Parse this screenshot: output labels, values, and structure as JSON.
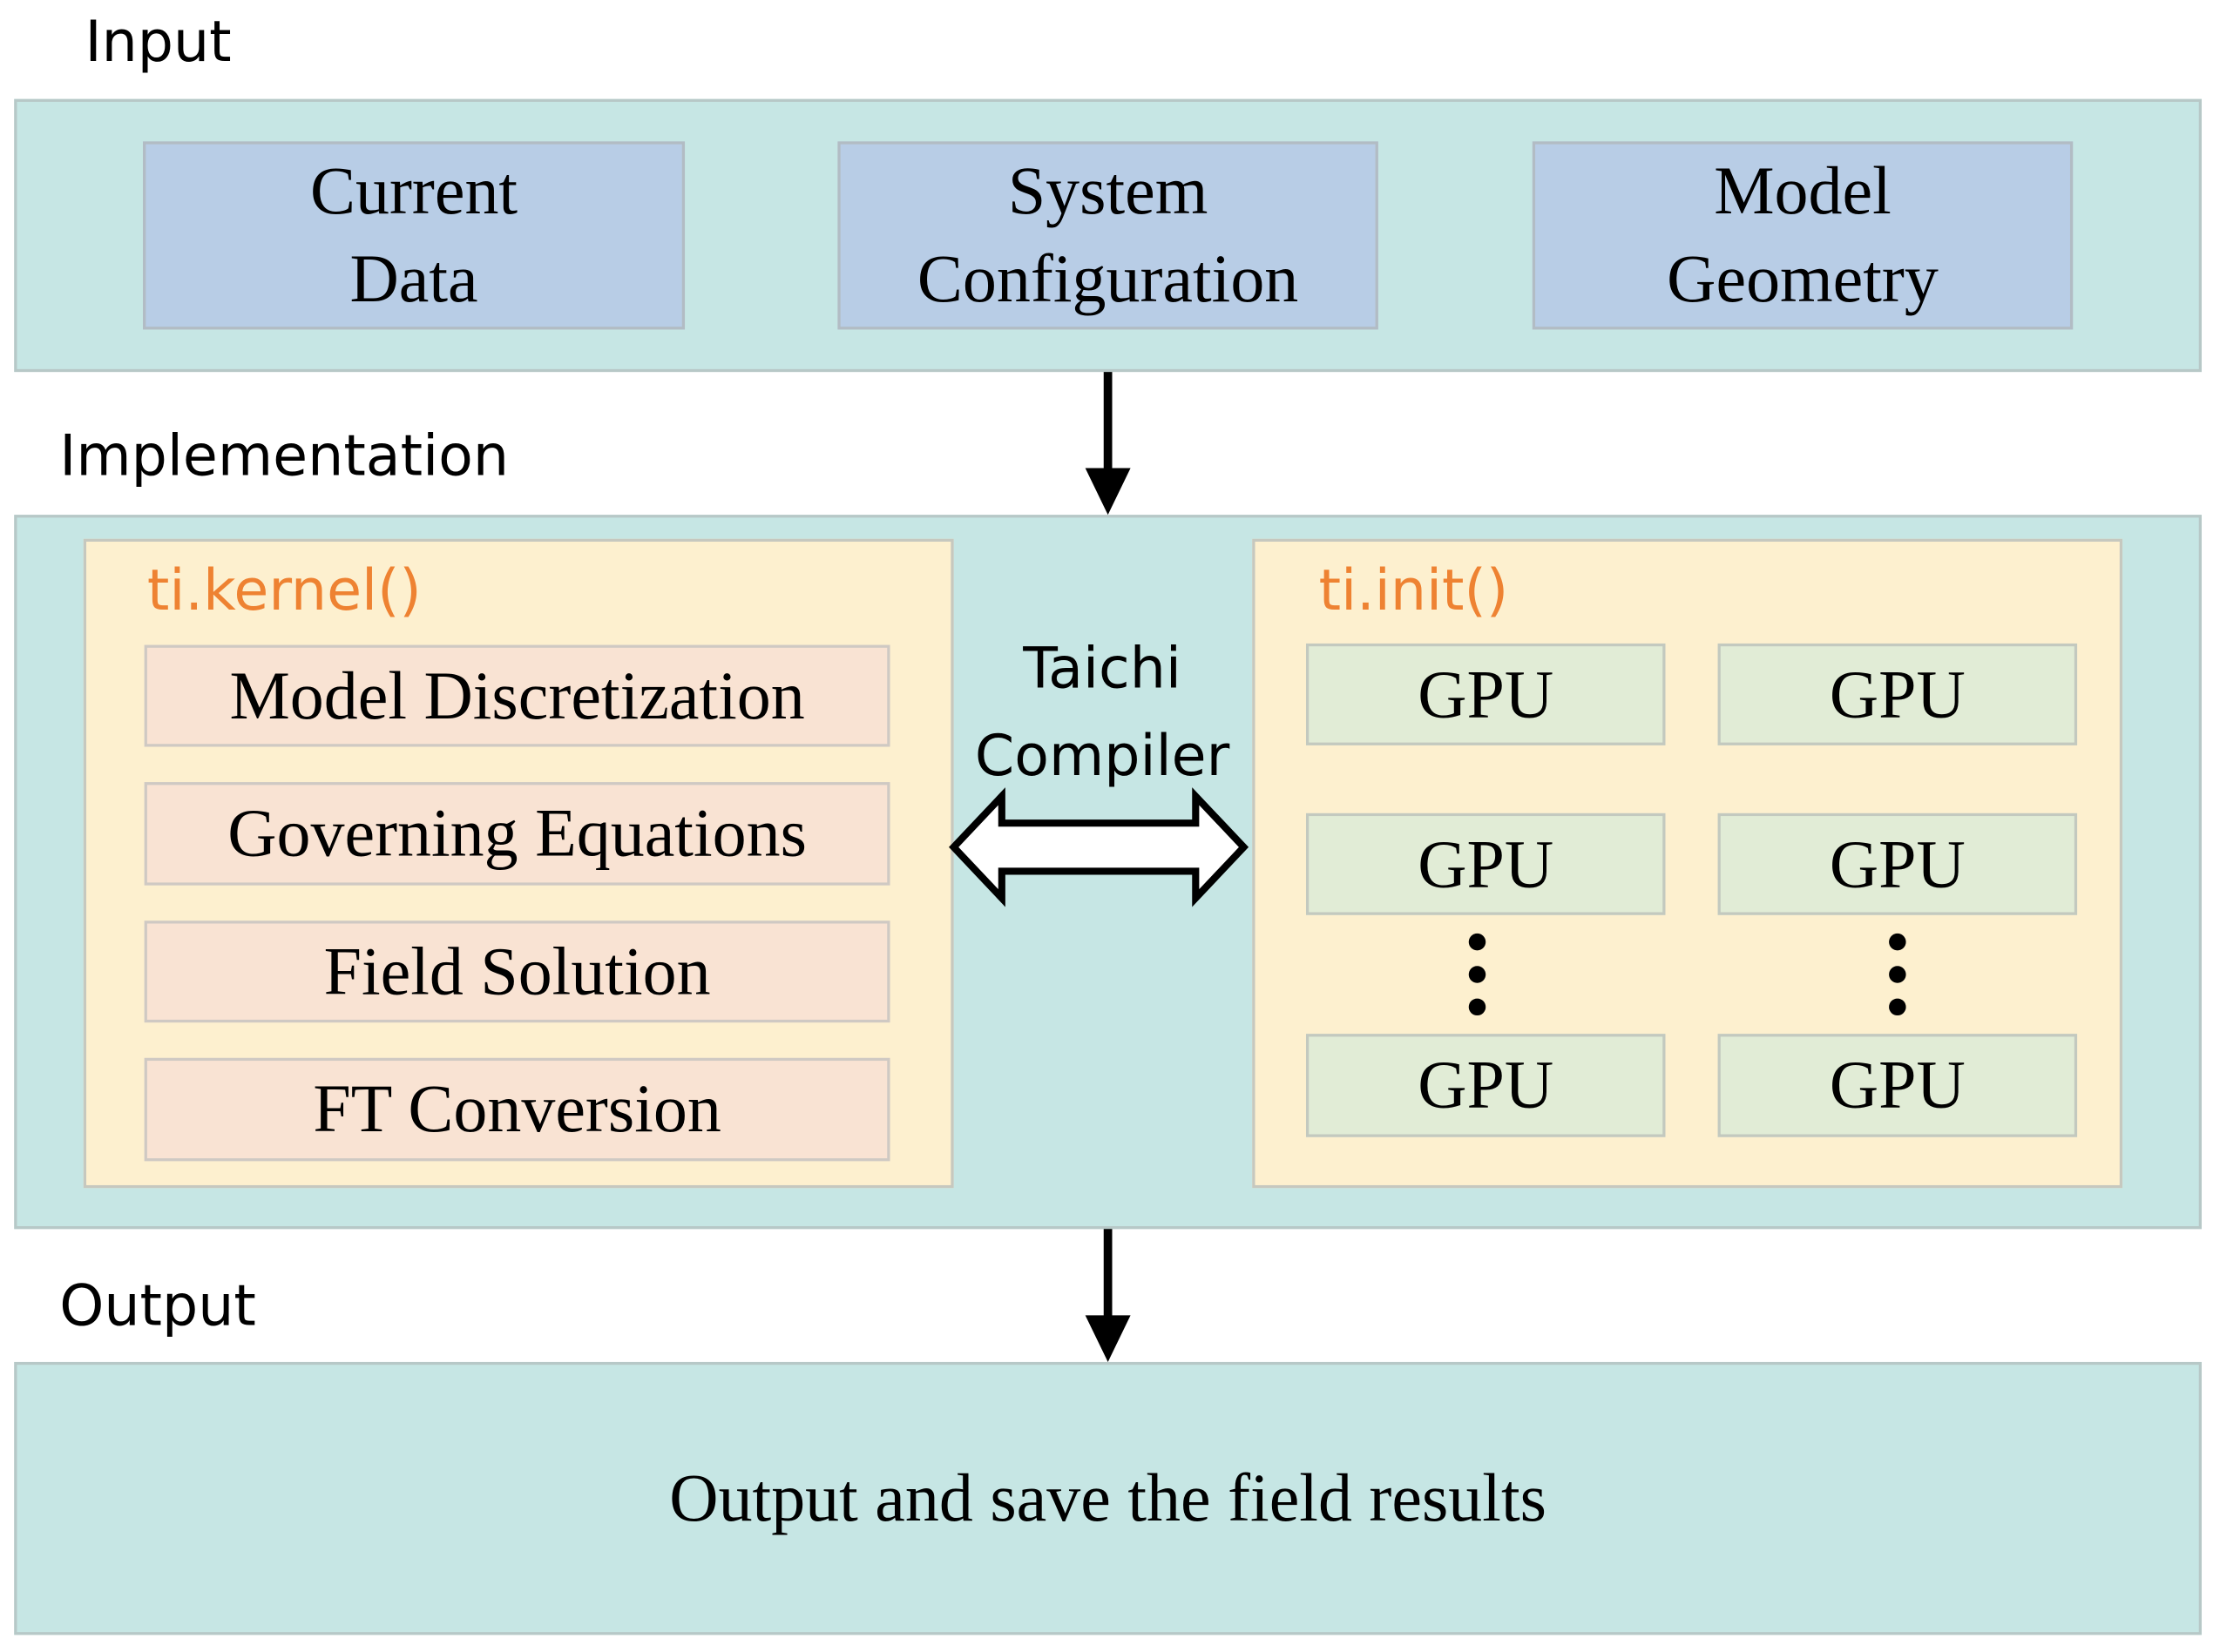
{
  "sections": {
    "input": "Input",
    "implementation": "Implementation",
    "output": "Output"
  },
  "input_boxes": [
    "Current\nData",
    "System\nConfiguration",
    "Model\nGeometry"
  ],
  "kernel": {
    "label": "ti.kernel()",
    "steps": [
      "Model Discretization",
      "Governing Equations",
      "Field Solution",
      "FT Conversion"
    ]
  },
  "compiler": {
    "label": "Taichi\nCompiler"
  },
  "init": {
    "label": "ti.init()",
    "gpu_label": "GPU"
  },
  "output": {
    "text": "Output and save the field results"
  },
  "colors": {
    "panel": "#c6e6e4",
    "input_box": "#b8cde6",
    "container": "#fdf0cf",
    "step_box": "#f9e3d3",
    "gpu_box": "#e1ecd6",
    "function_label": "#ee8232"
  }
}
